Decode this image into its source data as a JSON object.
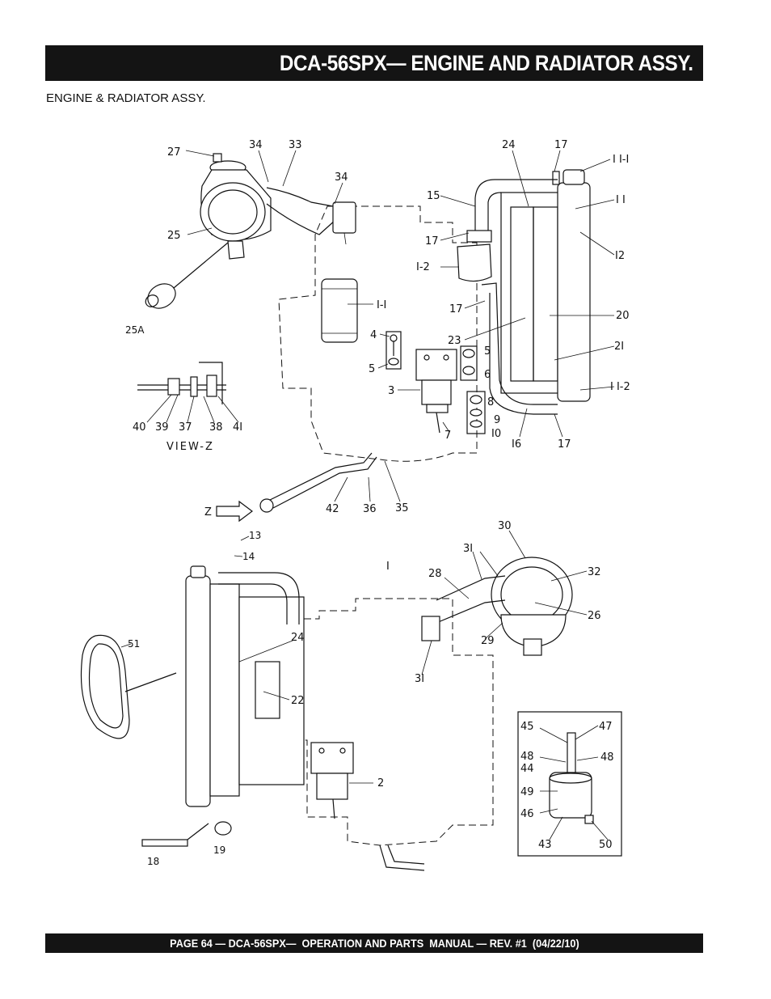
{
  "header": {
    "title": "DCA-56SPX— ENGINE AND RADIATOR ASSY."
  },
  "subtitle": "ENGINE & RADIATOR ASSY.",
  "footer": {
    "text": "PAGE 64 — DCA-56SPX—  OPERATION AND PARTS  MANUAL — REV. #1  (04/22/10)"
  },
  "callouts": {
    "c27": "27",
    "c34a": "34",
    "c33": "33",
    "c34b": "34",
    "c25": "25",
    "c25a": "25A",
    "c24a": "24",
    "c17a": "17",
    "c11_1": "I I-I",
    "c15": "15",
    "c11": "I I",
    "c17b": "17",
    "c12": "I2",
    "c1_2": "I-2",
    "c17c": "17",
    "c20": "20",
    "c1_1": "I-I",
    "c4": "4",
    "c5a": "5",
    "c23": "23",
    "c5b": "5",
    "c21": "2I",
    "c6": "6",
    "c11_2": "I I-2",
    "c3": "3",
    "c8": "8",
    "c9": "9",
    "c7": "7",
    "c10": "I0",
    "c16": "I6",
    "c17d": "17",
    "c40": "40",
    "c39": "39",
    "c37": "37",
    "c38": "38",
    "c41": "4I",
    "view_z": "VIEW-Z",
    "c42": "42",
    "c36": "36",
    "c35": "35",
    "cz": "Z",
    "c13": "13",
    "c14": "14",
    "c30": "30",
    "c31a": "3I",
    "c1": "I",
    "c28": "28",
    "c32": "32",
    "c26": "26",
    "c51": "51",
    "c24b": "24",
    "c29": "29",
    "c31b": "3I",
    "c22": "22",
    "c45": "45",
    "c47": "47",
    "c48a": "48",
    "c48b": "48",
    "c44": "44",
    "c2": "2",
    "c49": "49",
    "c46": "46",
    "c43": "43",
    "c50": "50",
    "c19": "19",
    "c18": "18"
  }
}
